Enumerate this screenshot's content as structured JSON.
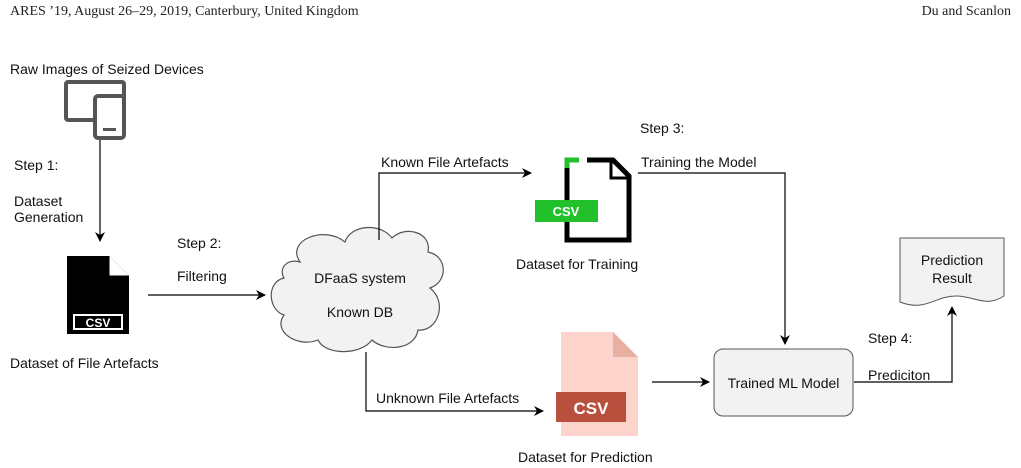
{
  "header": {
    "left": "ARES ’19, August 26–29, 2019, Canterbury, United Kingdom",
    "right": "Du and Scanlon"
  },
  "nodes": {
    "raw_images": "Raw Images of Seized Devices",
    "dataset_artefacts": "Dataset of File Artefacts",
    "cloud_line1": "DFaaS system",
    "cloud_line2": "Known DB",
    "dataset_training": "Dataset for Training",
    "dataset_prediction": "Dataset for Prediction",
    "ml_model": "Trained ML Model",
    "prediction_result_line1": "Prediction",
    "prediction_result_line2": "Result",
    "csv_label": "CSV"
  },
  "edges": {
    "step1": "Step 1:",
    "step1_desc_line1": "Dataset",
    "step1_desc_line2": "Generation",
    "step2": "Step 2:",
    "step2_desc": "Filtering",
    "known": "Known File Artefacts",
    "unknown": "Unknown File Artefacts",
    "step3": "Step 3:",
    "step3_desc": "Training the Model",
    "step4": "Step 4:",
    "step4_desc": "Prediciton"
  },
  "colors": {
    "green_csv": "#22c02a",
    "red_csv": "#b9503e",
    "red_file_bg": "#fcd4cc",
    "device_gray": "#555555",
    "box_fill": "#f2f2f2"
  }
}
